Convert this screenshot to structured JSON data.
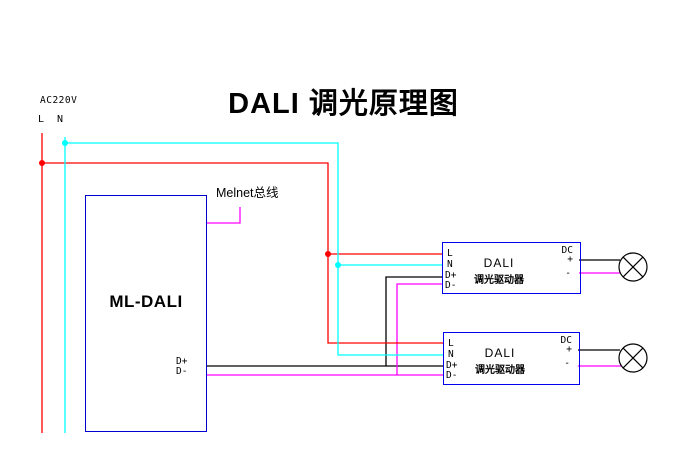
{
  "title": "DALI 调光原理图",
  "colors": {
    "live": "#ff0000",
    "neutral": "#00ffff",
    "dali_bus_plus": "#000000",
    "dali_bus_minus": "#ff00ff",
    "melnet": "#ff00ff",
    "dc_plus": "#000000",
    "dc_minus": "#ff00ff",
    "controller_border": "#0000cc",
    "driver_border": "#0000ee",
    "lamp": "#000000"
  },
  "mains": {
    "label": "AC220V",
    "l": "L",
    "n": "N"
  },
  "melnet": {
    "label": "Melnet总线"
  },
  "controller": {
    "name": "ML-DALI",
    "dplus": "D+",
    "dminus": "D-"
  },
  "drivers": [
    {
      "in_l": "L",
      "in_n": "N",
      "in_dplus": "D+",
      "in_dminus": "D-",
      "name": "DALI",
      "subtitle": "调光驱动器",
      "dc": "DC",
      "plus": "+",
      "minus": "-"
    },
    {
      "in_l": "L",
      "in_n": "N",
      "in_dplus": "D+",
      "in_dminus": "D-",
      "name": "DALI",
      "subtitle": "调光驱动器",
      "dc": "DC",
      "plus": "+",
      "minus": "-"
    }
  ]
}
